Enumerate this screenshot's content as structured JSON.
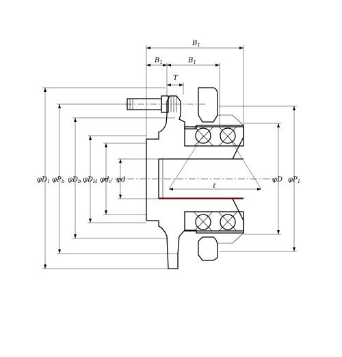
{
  "labels": {
    "B1_top": "B",
    "B1_top_sub": "1",
    "B1_left": "B",
    "B1_left_sub": "1",
    "B1_right": "B",
    "B1_right_sub": "1",
    "T": "T",
    "ell": "ℓ",
    "phi": "φ",
    "D1": "D",
    "D1_sub": "1",
    "Pb": "P",
    "Pb_sub": "b",
    "Db": "D",
    "Db_sub": "b",
    "DH": "D",
    "DH_sub": "H",
    "dc": "d",
    "dc_sub": "c",
    "d": "d",
    "D": "D",
    "P1": "P",
    "P1_sub": "1"
  }
}
